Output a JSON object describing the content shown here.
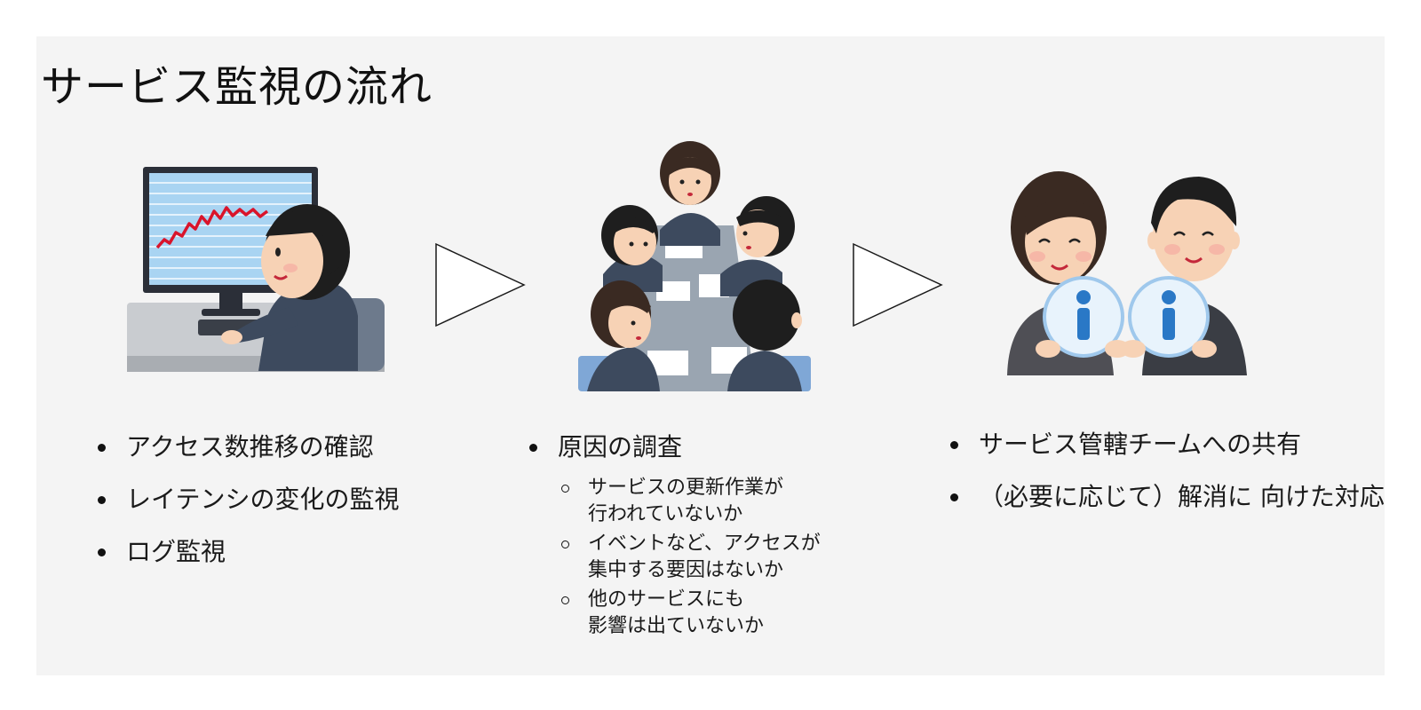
{
  "slide": {
    "title": "サービス監視の流れ",
    "background": "#f4f4f4"
  },
  "steps": [
    {
      "illustration": "person-monitoring-computer",
      "bullets": [
        {
          "text": "アクセス数推移の確認"
        },
        {
          "text": "レイテンシの変化の監視"
        },
        {
          "text": "ログ監視"
        }
      ]
    },
    {
      "illustration": "team-meeting-table",
      "bullets": [
        {
          "text": "原因の調査",
          "sub": [
            {
              "text": "サービスの更新作業が\n行われていないか"
            },
            {
              "text": "イベントなど、アクセスが\n集中する要因はないか"
            },
            {
              "text": "他のサービスにも\n影響は出ていないか"
            }
          ]
        }
      ]
    },
    {
      "illustration": "two-people-sharing-information",
      "bullets": [
        {
          "text": "サービス管轄チームへの共有"
        },
        {
          "text": "（必要に応じて）解消に\n向けた対応"
        }
      ]
    }
  ],
  "arrows": [
    "arrow-right-icon",
    "arrow-right-icon"
  ],
  "colors": {
    "monitor_screen": "#a9d4f2",
    "chart_line": "#d9142b",
    "hair": "#1e1e1e",
    "suit": "#3d4a5e",
    "table": "#9aa5b1",
    "info_icon": "#2a78c6"
  }
}
